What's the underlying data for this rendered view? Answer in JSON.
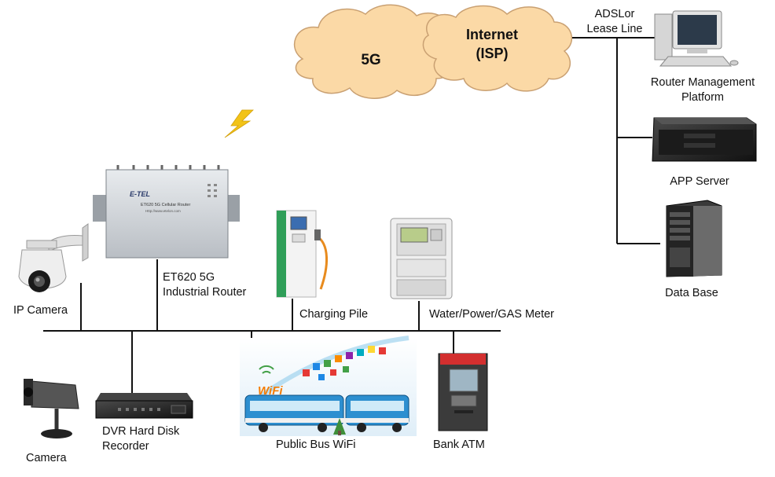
{
  "clouds": {
    "left_label": "5G",
    "right_label_line1": "Internet",
    "right_label_line2": "(ISP)"
  },
  "backbone": {
    "link_label_line1": "ADSLor",
    "link_label_line2": "Lease Line"
  },
  "nodes": {
    "router_mgmt_line1": "Router  Management",
    "router_mgmt_line2": "Platform",
    "app_server": "APP Server",
    "database": "Data Base",
    "router_line1": "ET620 5G",
    "router_line2": "Industrial  Router",
    "ip_camera": "IP Camera",
    "charging_pile": "Charging Pile",
    "meter": "Water/Power/GAS  Meter",
    "camera": "Camera",
    "dvr_line1": "DVR Hard Disk",
    "dvr_line2": "Recorder",
    "bus_wifi": "Public Bus WiFi",
    "atm": "Bank ATM"
  },
  "device_text": {
    "router_brand": "E-TEL",
    "router_model": "ET620 5G Cellular Router",
    "router_url": "Http://www.etelon.com",
    "bus_wifi_sign": "WiFi"
  },
  "colors": {
    "cloud_fill": "#fbd9a6",
    "cloud_stroke": "#c9a072",
    "line": "#111111",
    "lightning": "#f2c318"
  }
}
